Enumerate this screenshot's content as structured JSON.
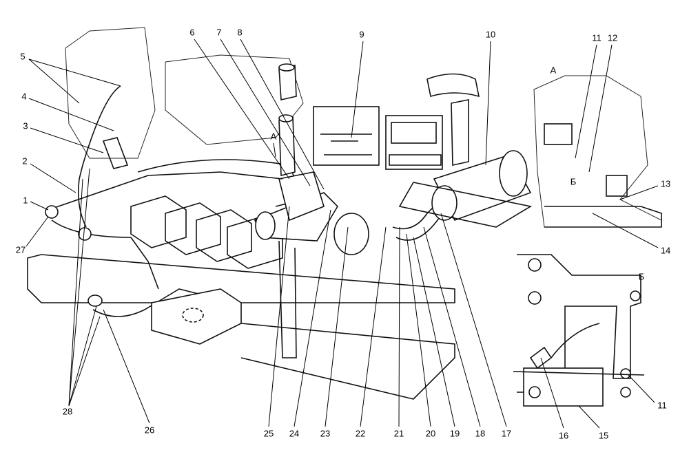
{
  "figure": {
    "callouts": [
      "1",
      "2",
      "3",
      "4",
      "5",
      "6",
      "7",
      "8",
      "9",
      "10",
      "11",
      "12",
      "13",
      "14",
      "15",
      "16",
      "17",
      "18",
      "19",
      "20",
      "21",
      "22",
      "23",
      "24",
      "25",
      "26",
      "27",
      "28"
    ],
    "view_labels": {
      "view_a_main": "А",
      "view_a_inset": "А",
      "view_b_marker": "Б",
      "view_b_inset": "Б",
      "callout_11_inset": "11"
    }
  }
}
